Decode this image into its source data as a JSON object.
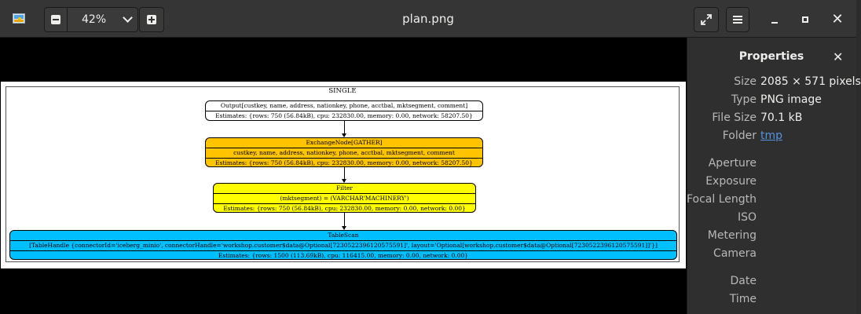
{
  "header": {
    "title": "plan.png",
    "zoom_level": "42%"
  },
  "diagram": {
    "cluster_label": "SINGLE",
    "colors": {
      "exchange": "#ffc300",
      "filter": "#ffff00",
      "scan": "#00bfff"
    },
    "output": {
      "line1": "Output[custkey, name, address, nationkey, phone, acctbal, mktsegment, comment]",
      "line2": "Estimates: {rows: 750 (56.84kB), cpu: 232830.00, memory: 0.00, network: 58207.50}"
    },
    "exchange": {
      "line1": "ExchangeNode[GATHER]",
      "line2": "custkey, name, address, nationkey, phone, acctbal, mktsegment, comment",
      "line3": "Estimates: {rows: 750 (56.84kB), cpu: 232830.00, memory: 0.00, network: 58207.50}"
    },
    "filter": {
      "line1": "Filter",
      "line2": "(mktsegment) = (VARCHAR'MACHINERY')",
      "line3": "Estimates: {rows: 750 (56.84kB), cpu: 232830.00, memory: 0.00, network: 0.00}"
    },
    "scan": {
      "line1": "TableScan",
      "line2": "[TableHandle {connectorId='iceberg_minio', connectorHandle='workshop.customer$data@Optional[7230522396120575591]', layout='Optional[workshop.customer$data@Optional[7230522396120575591]]'}]",
      "line3": "Estimates: {rows: 1500 (113.69kB), cpu: 116415.00, memory: 0.00, network: 0.00}"
    }
  },
  "properties": {
    "title": "Properties",
    "size_label": "Size",
    "size_value": "2085 × 571 pixels",
    "type_label": "Type",
    "type_value": "PNG image",
    "file_size_label": "File Size",
    "file_size_value": "70.1 kB",
    "folder_label": "Folder",
    "folder_value": "tmp",
    "aperture_label": "Aperture",
    "exposure_label": "Exposure",
    "focal_length_label": "Focal Length",
    "iso_label": "ISO",
    "metering_label": "Metering",
    "camera_label": "Camera",
    "date_label": "Date",
    "time_label": "Time"
  }
}
